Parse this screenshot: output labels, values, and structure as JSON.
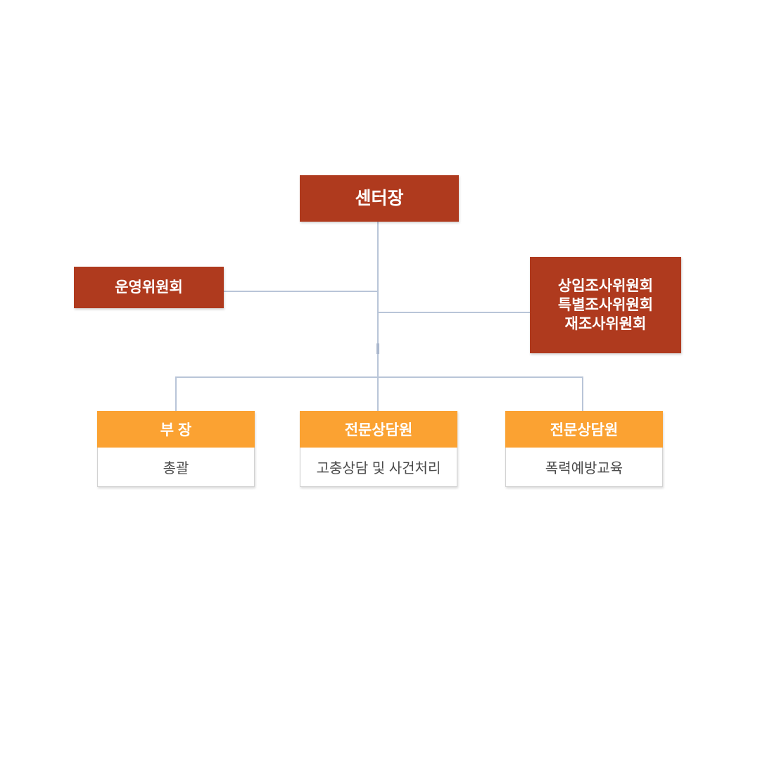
{
  "chart": {
    "type": "organization-chart",
    "title": "",
    "colors": {
      "node_red": "#af3a1e",
      "node_orange": "#fba232",
      "connector": "#b9c5d8",
      "body_text": "#4a4a4a",
      "background": "#ffffff"
    }
  },
  "nodes": {
    "center": {
      "label": "센터장",
      "level": 0
    },
    "operating_committee": {
      "label": "운영위원회",
      "level": 1
    },
    "investigation_committees": {
      "lines": [
        "상임조사위원회",
        "특별조사위원회",
        "재조사위원회"
      ],
      "level": 1
    },
    "staff": [
      {
        "title": "부 장",
        "duty": "총괄"
      },
      {
        "title": "전문상담원",
        "duty": "고충상담 및 사건처리"
      },
      {
        "title": "전문상담원",
        "duty": "폭력예방교육"
      }
    ]
  }
}
